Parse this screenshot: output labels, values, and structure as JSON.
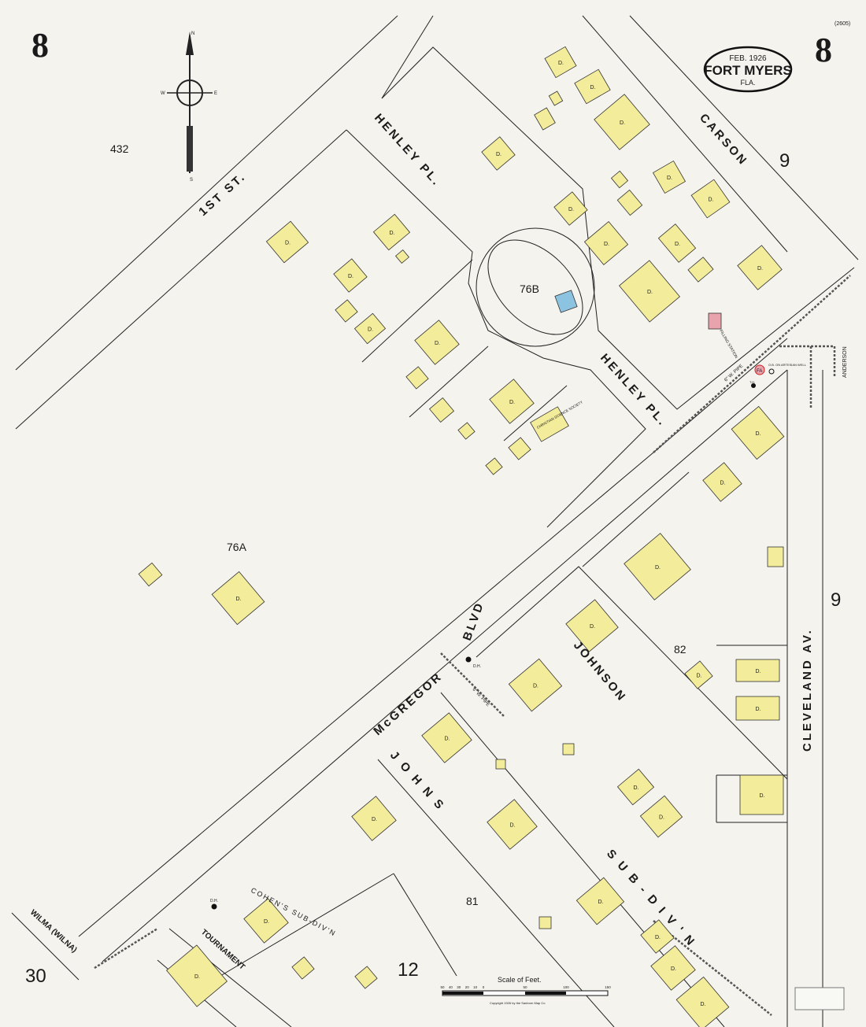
{
  "sheet_number": "8",
  "reference": "(2605)",
  "title": {
    "date": "FEB. 1926",
    "city": "FORT MYERS",
    "state": "FLA."
  },
  "compass": {
    "n": "N",
    "s": "S",
    "e": "E",
    "w": "W"
  },
  "streets": {
    "first_st": "1ST ST.",
    "henley_top": "HENLEY PL.",
    "henley_bottom": "HENLEY PL.",
    "carson": "CARSON",
    "mcgregor": "McGREGOR",
    "blvd": "BLVD",
    "cleveland": "CLEVELAND AV.",
    "johnson": "JOHNSON",
    "johns_subdiv": "J O H N S",
    "johnsons_subdiv": "S U B - D I V ' N",
    "cohens_subdiv": "COHEN'S SUB-DIV'N",
    "tournament": "TOURNAMENT",
    "wilma": "WILMA (WILNA)",
    "anderson": "ANDERSON"
  },
  "blocks": [
    "432",
    "76A",
    "76B",
    "82",
    "81",
    "12"
  ],
  "adjoining_sheets": {
    "left_bottom": "30",
    "right_top": "9",
    "right_middle": "9"
  },
  "features": {
    "filling_station": "FILLING STATION",
    "christian_science": "CHRISTIAN SCIENCE SOCIETY",
    "fire_alarm": "FA",
    "hydrant": "T.H.",
    "drill_hole": "D.H.",
    "artesian_well": "O.B. ON ARTESIAN WELL",
    "pipe": "6\" W. PIPE",
    "dwelling": "D."
  },
  "scale": {
    "title": "Scale of Feet.",
    "ticks": [
      "50",
      "40",
      "30",
      "20",
      "10",
      "0",
      "50",
      "100",
      "150"
    ],
    "copyright": "Copyright 1926 by the Sanborn Map Co"
  },
  "colors": {
    "paper": "#f4f3ee",
    "frame": "#f3ec9a",
    "brick": "#e8a3ad",
    "stone": "#8cc3e0"
  }
}
